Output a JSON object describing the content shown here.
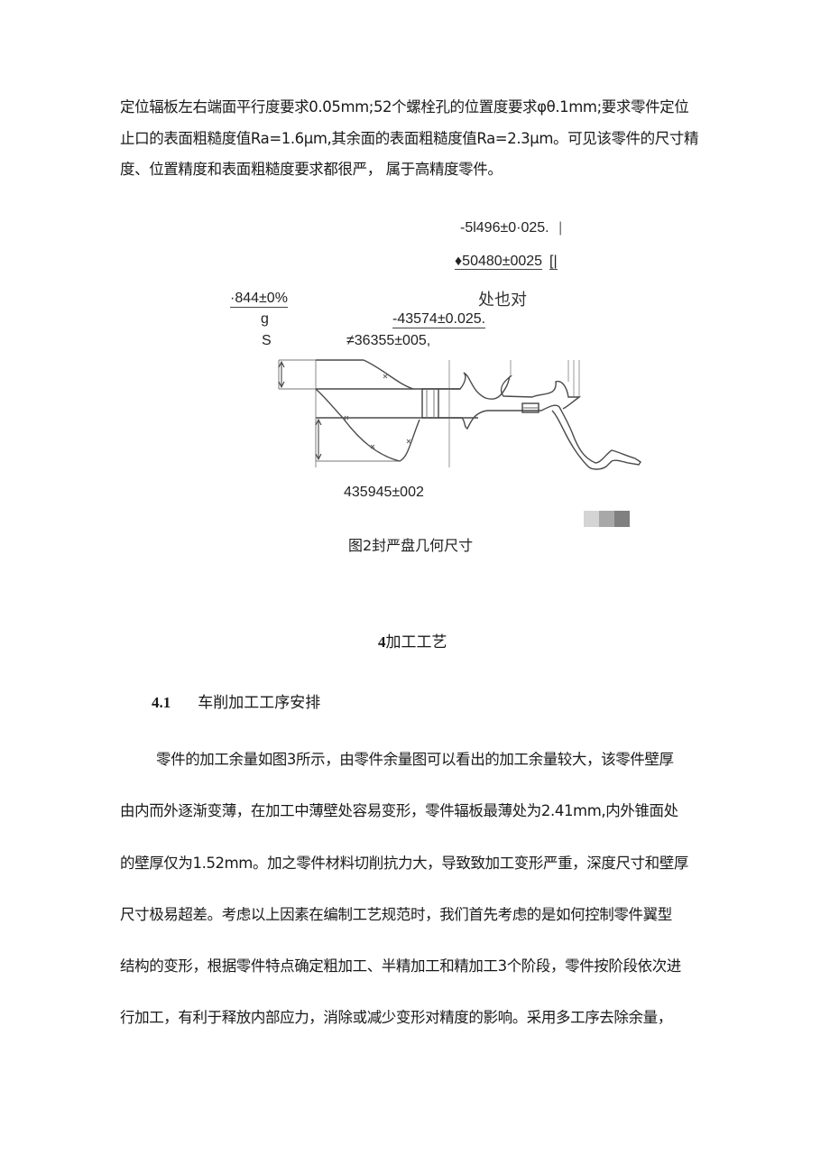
{
  "intro_paragraph": {
    "lines": [
      "定位辐板左右端面平行度要求0.05mm;52个螺栓孔的位置度要求φθ.1mm;要求零件定位",
      "止口的表面粗糙度值Ra=1.6μm,其余面的表面粗糙度值Ra=2.3μm。可见该零件的尺寸精",
      "度、位置精度和表面粗糙度要求都很严， 属于高精度零件。"
    ]
  },
  "figure": {
    "labels": {
      "dim_top": "-5l496±0·025.",
      "dim_top_suffix": "|",
      "dim_second": "♦50480±0025",
      "dim_second_suffix": "[|",
      "dim_left": "·844±0%",
      "cjk_label": "处也对",
      "g_label": "g",
      "dim_mid": "-43574±0.025.",
      "s_label": "S",
      "dim_low": "≠36355±005,",
      "dim_bottom": "435945±002"
    },
    "swatch_colors": [
      "#d4d4d4",
      "#a8a8a8",
      "#808080"
    ],
    "caption": "图2封严盘几何尺寸"
  },
  "section": {
    "number": "4",
    "title": "加工工艺"
  },
  "subsection": {
    "number": "4.1",
    "title": "车削加工工序安排"
  },
  "body_paragraph": {
    "lines": [
      "零件的加工余量如图3所示，由零件余量图可以看出的加工余量较大，该零件壁厚",
      "由内而外逐渐变薄，在加工中薄壁处容易变形，零件辐板最薄处为2.41mm,内外锥面处",
      "的壁厚仅为1.52mm。加之零件材料切削抗力大，导致致加工变形严重，深度尺寸和壁厚",
      "尺寸极易超差。考虑以上因素在编制工艺规范时，我们首先考虑的是如何控制零件翼型",
      "结构的变形，根据零件特点确定粗加工、半精加工和精加工3个阶段，零件按阶段依次进",
      "行加工，有利于释放内部应力，消除或减少变形对精度的影响。采用多工序去除余量，"
    ]
  }
}
